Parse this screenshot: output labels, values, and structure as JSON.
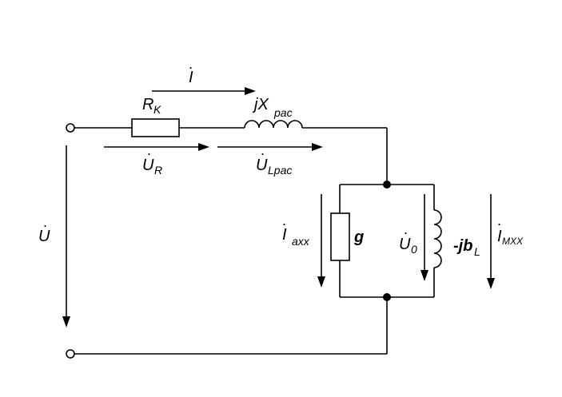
{
  "labels": {
    "current_main": "I",
    "resistor": "R",
    "resistor_sub": "K",
    "reactance_j": "jX",
    "reactance_sub": "рас",
    "voltage_r": "U",
    "voltage_r_sub": "R",
    "voltage_l": "U",
    "voltage_l_sub": "Lрас",
    "voltage_input": "U",
    "current_active": "I",
    "current_active_sub": "axx",
    "conductance": "g",
    "voltage_zero": "U",
    "voltage_zero_sub": "0",
    "susceptance": "-jb",
    "susceptance_sub": "L",
    "current_magnetizing": "I",
    "current_magnetizing_sub": "MXX"
  }
}
